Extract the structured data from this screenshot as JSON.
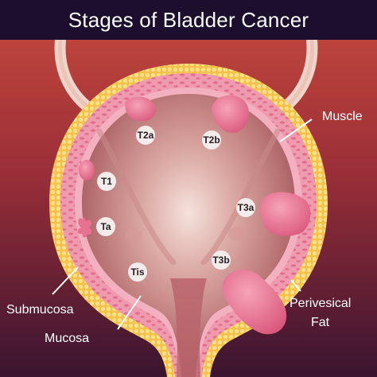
{
  "title": "Stages of Bladder Cancer",
  "stages": {
    "T1": "T1",
    "Ta": "Ta",
    "Tis": "Tis",
    "T2a": "T2a",
    "T2b": "T2b",
    "T3a": "T3a",
    "T3b": "T3b"
  },
  "labels": {
    "muscle": "Muscle",
    "submucosa": "Submucosa",
    "mucosa": "Mucosa",
    "perivesical_line1": "Perivesical",
    "perivesical_line2": "Fat"
  },
  "colors": {
    "background_top": "#c0413a",
    "background_bottom": "#3a1430",
    "title_bar": "#1c0f2d",
    "fat_layer": "#f6cf5a",
    "muscle_layer": "#ef9aae",
    "tumor": "#e8718f",
    "lumen_center": "#f4dcd6",
    "lumen_edge": "#a8585d",
    "badge_fill": "#f3eceb"
  }
}
